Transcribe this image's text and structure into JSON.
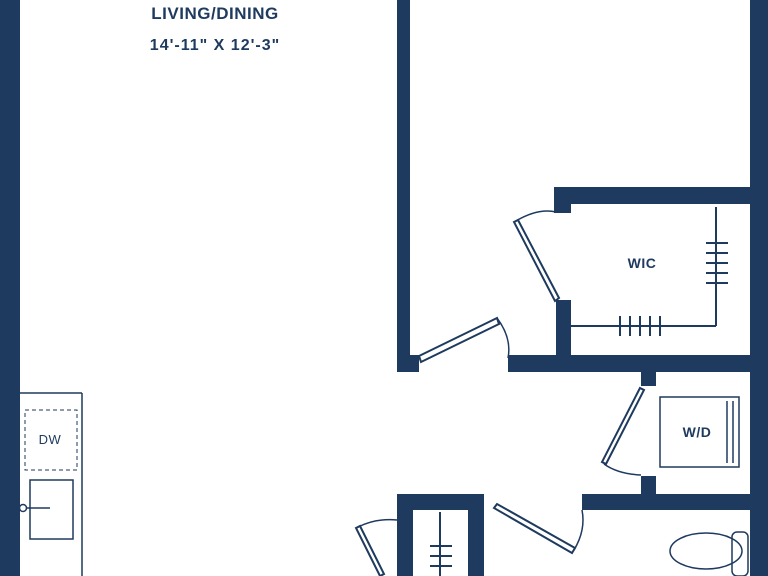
{
  "colors": {
    "wall": "#1e3a5f",
    "fixture": "#1e3a5f",
    "background": "#ffffff"
  },
  "rooms": {
    "living_dining": {
      "name": "LIVING/DINING",
      "dimensions": "14'-11\" X 12'-3\""
    },
    "walk_in_closet": {
      "name": "WIC"
    },
    "laundry": {
      "name": "W/D"
    },
    "dishwasher": {
      "name": "DW"
    }
  },
  "icons": [
    "door-swing-icon",
    "closet-rod-icon",
    "sink-icon",
    "toilet-icon",
    "washer-dryer-icon"
  ]
}
